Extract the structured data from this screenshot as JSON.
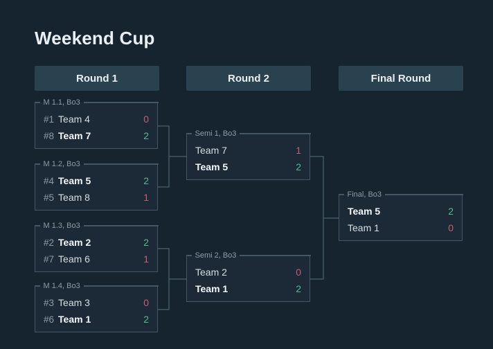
{
  "title": "Weekend Cup",
  "rounds": [
    {
      "label": "Round 1"
    },
    {
      "label": "Round 2"
    },
    {
      "label": "Final Round"
    }
  ],
  "matches": {
    "m11": {
      "label": "M 1.1, Bo3",
      "teams": [
        {
          "seed": "#1",
          "name": "Team 4",
          "score": "0",
          "result": "loss"
        },
        {
          "seed": "#8",
          "name": "Team 7",
          "score": "2",
          "result": "win"
        }
      ]
    },
    "m12": {
      "label": "M 1.2, Bo3",
      "teams": [
        {
          "seed": "#4",
          "name": "Team 5",
          "score": "2",
          "result": "win"
        },
        {
          "seed": "#5",
          "name": "Team 8",
          "score": "1",
          "result": "loss"
        }
      ]
    },
    "m13": {
      "label": "M 1.3, Bo3",
      "teams": [
        {
          "seed": "#2",
          "name": "Team 2",
          "score": "2",
          "result": "win"
        },
        {
          "seed": "#7",
          "name": "Team 6",
          "score": "1",
          "result": "loss"
        }
      ]
    },
    "m14": {
      "label": "M 1.4, Bo3",
      "teams": [
        {
          "seed": "#3",
          "name": "Team 3",
          "score": "0",
          "result": "loss"
        },
        {
          "seed": "#6",
          "name": "Team 1",
          "score": "2",
          "result": "win"
        }
      ]
    },
    "semi1": {
      "label": "Semi 1, Bo3",
      "teams": [
        {
          "name": "Team 7",
          "score": "1",
          "result": "loss"
        },
        {
          "name": "Team 5",
          "score": "2",
          "result": "win"
        }
      ]
    },
    "semi2": {
      "label": "Semi 2, Bo3",
      "teams": [
        {
          "name": "Team 2",
          "score": "0",
          "result": "loss"
        },
        {
          "name": "Team 1",
          "score": "2",
          "result": "win"
        }
      ]
    },
    "final": {
      "label": "Final, Bo3",
      "teams": [
        {
          "name": "Team 5",
          "score": "2",
          "result": "win"
        },
        {
          "name": "Team 1",
          "score": "0",
          "result": "loss"
        }
      ]
    }
  },
  "colors": {
    "win_score": "#5cb795",
    "loss_score": "#c45e73",
    "header_bg": "#2a4150",
    "card_border": "#435767"
  }
}
